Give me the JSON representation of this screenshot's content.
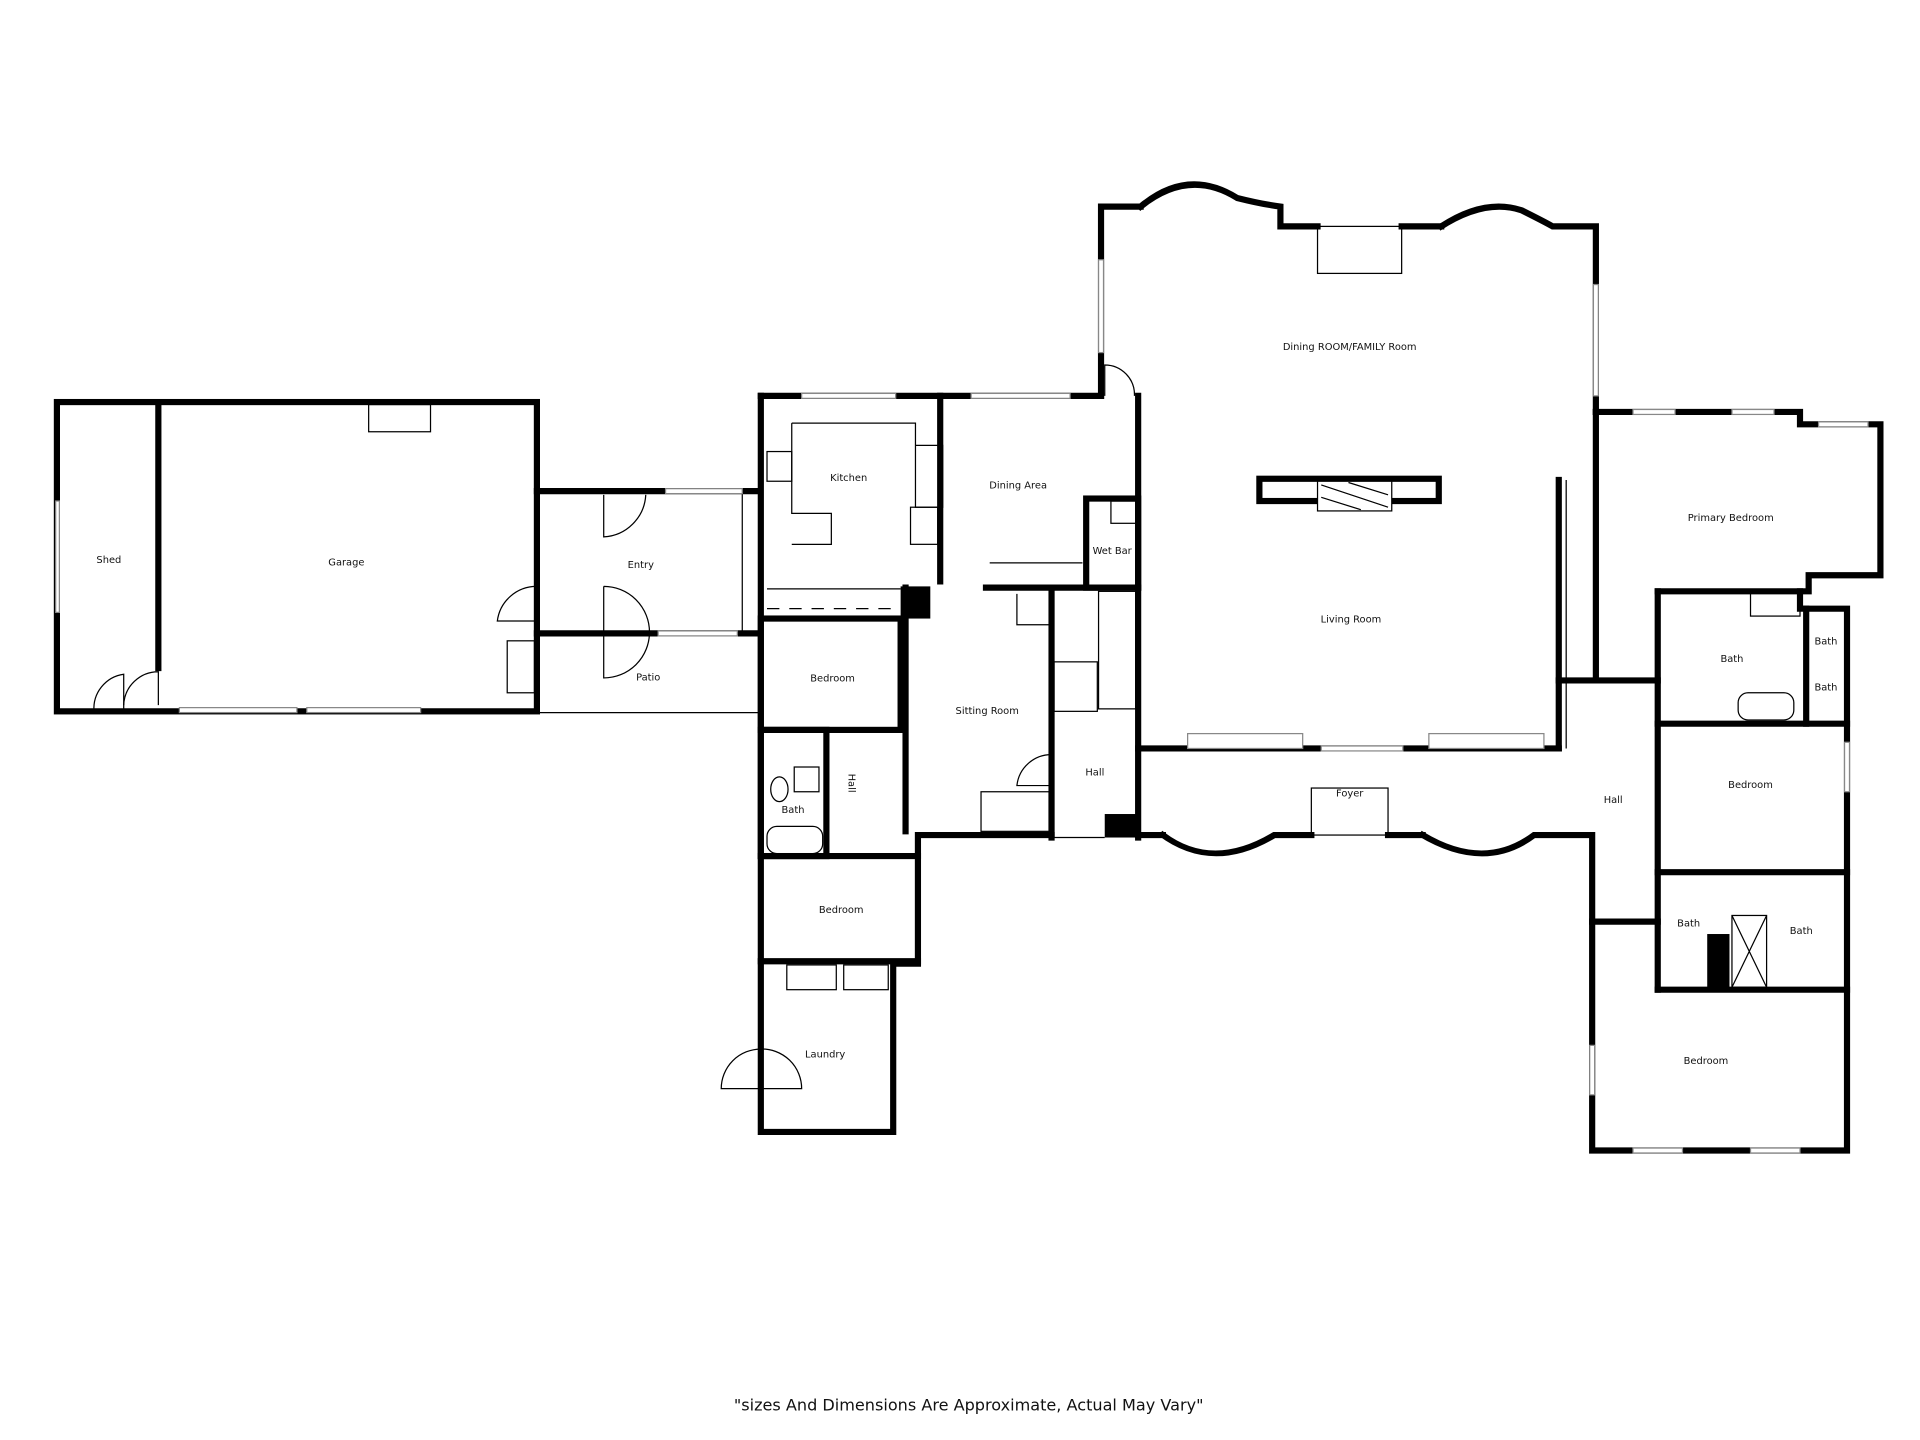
{
  "rooms": {
    "shed": "Shed",
    "garage": "Garage",
    "entry": "Entry",
    "patio": "Patio",
    "kitchen": "Kitchen",
    "dining_area": "Dining Area",
    "wet_bar": "Wet Bar",
    "dining_family": "Dining ROOM/FAMILY Room",
    "living_room": "Living Room",
    "primary_bedroom": "Primary Bedroom",
    "bedroom_left": "Bedroom",
    "sitting_room": "Sitting Room",
    "hall_center": "Hall",
    "hall_left": "Hall",
    "bath_left": "Bath",
    "bedroom_left2": "Bedroom",
    "laundry": "Laundry",
    "foyer": "Foyer",
    "hall_right": "Hall",
    "bath_primary": "Bath",
    "bath_small1": "Bath",
    "bath_small2": "Bath",
    "bedroom_right1": "Bedroom",
    "bath_right1": "Bath",
    "bath_right2": "Bath",
    "bedroom_right2": "Bedroom"
  },
  "footer": "\"sizes And Dimensions Are Approximate, Actual May Vary\""
}
